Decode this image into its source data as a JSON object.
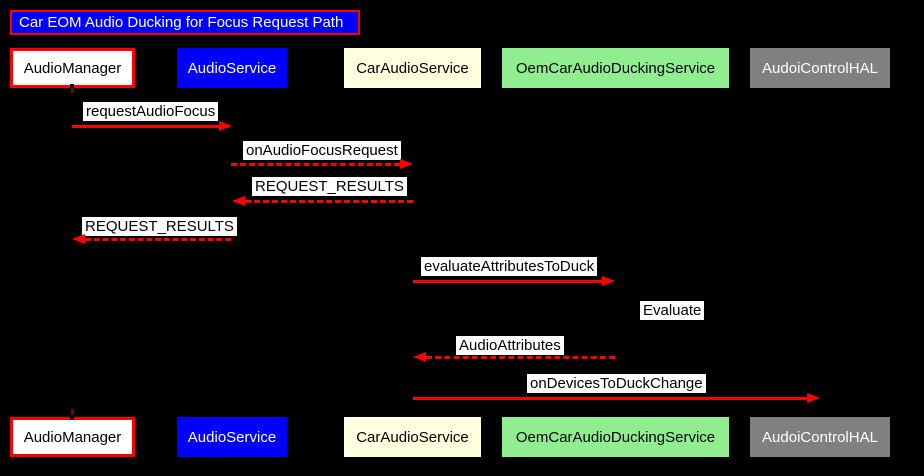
{
  "title": "Car EOM Audio Ducking for Focus Request Path",
  "colors": {
    "background": "#000000",
    "arrow": "#FF0000",
    "title_bg": "#0000FF",
    "title_border": "#FF0000",
    "title_text": "#FFFFFF",
    "message_label_bg": "#FFFFFF",
    "message_label_text": "#000000",
    "lifeline_stub": "#7F0000"
  },
  "participants": [
    {
      "label": "AudioManager",
      "bg": "#FFFFFF",
      "border": "#FF0000",
      "text": "#000000"
    },
    {
      "label": "AudioService",
      "bg": "#0000FF",
      "border": null,
      "text": "#FFFFFF"
    },
    {
      "label": "CarAudioService",
      "bg": "#FFFFE0",
      "border": null,
      "text": "#000000"
    },
    {
      "label": "OemCarAudioDuckingService",
      "bg": "#90EE90",
      "border": null,
      "text": "#000000"
    },
    {
      "label": "AudoiControlHAL",
      "bg": "#808080",
      "border": null,
      "text": "#FFFFFF"
    }
  ],
  "messages": [
    {
      "label": "requestAudioFocus",
      "from": "AudioManager",
      "to": "AudioService",
      "line": "solid",
      "direction": "right"
    },
    {
      "label": "onAudioFocusRequest",
      "from": "AudioService",
      "to": "CarAudioService",
      "line": "dashed",
      "direction": "right"
    },
    {
      "label": "REQUEST_RESULTS",
      "from": "CarAudioService",
      "to": "AudioService",
      "line": "dashed",
      "direction": "left"
    },
    {
      "label": "REQUEST_RESULTS",
      "from": "AudioService",
      "to": "AudioManager",
      "line": "dashed",
      "direction": "left"
    },
    {
      "label": "evaluateAttributesToDuck",
      "from": "CarAudioService",
      "to": "OemCarAudioDuckingService",
      "line": "solid",
      "direction": "right"
    },
    {
      "label": "Evaluate",
      "from": "OemCarAudioDuckingService",
      "to": "OemCarAudioDuckingService",
      "line": "none",
      "direction": "self"
    },
    {
      "label": "AudioAttributes",
      "from": "OemCarAudioDuckingService",
      "to": "CarAudioService",
      "line": "dashed",
      "direction": "left"
    },
    {
      "label": "onDevicesToDuckChange",
      "from": "CarAudioService",
      "to": "AudoiControlHAL",
      "line": "solid",
      "direction": "right"
    }
  ]
}
